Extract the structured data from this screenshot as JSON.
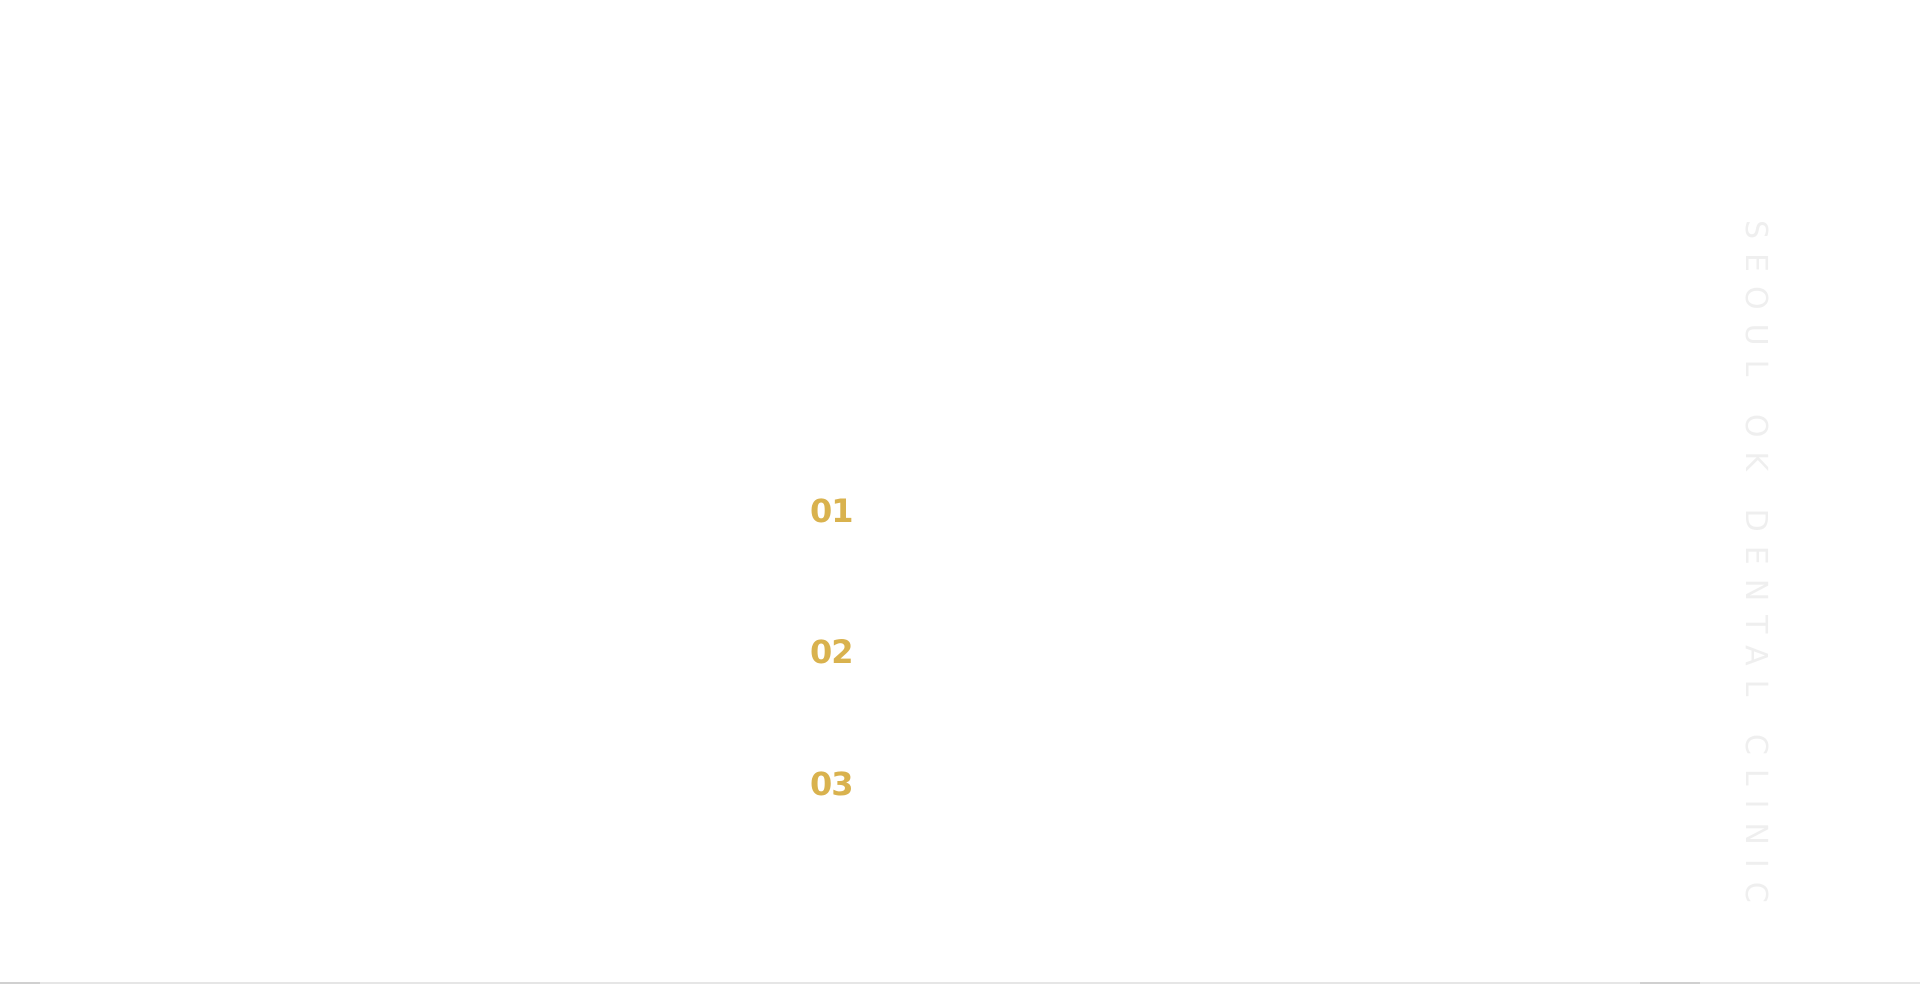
{
  "steps": [
    {
      "number": "01"
    },
    {
      "number": "02"
    },
    {
      "number": "03"
    }
  ],
  "brand": {
    "vertical_text": "SEOUL OK DENTAL CLINIC"
  },
  "colors": {
    "accent": "#d9b24e",
    "watermark": "#efefef",
    "background": "#ffffff"
  }
}
